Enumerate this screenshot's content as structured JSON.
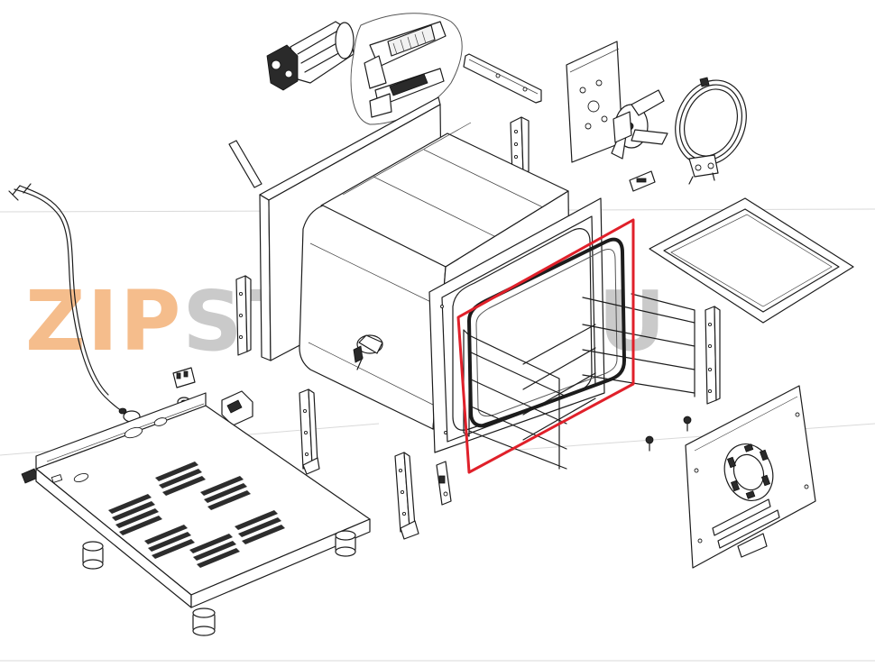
{
  "watermark": {
    "prefix": "ZIP",
    "suffix": "STORE.RU",
    "prefix_color": "#f2a766",
    "suffix_color": "#b9b9b9"
  },
  "highlight": {
    "color": "#e0202a",
    "subject": "door-seal-gasket"
  },
  "line_color": "#1c1c1c"
}
